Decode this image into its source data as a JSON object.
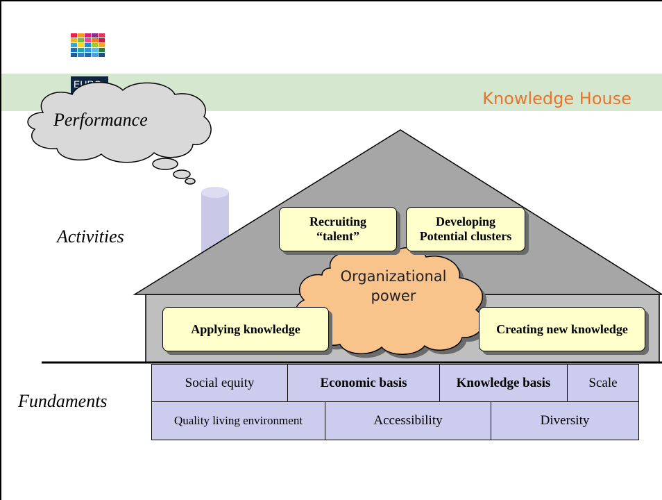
{
  "slide": {
    "title": "Knowledge House",
    "logo_text": "EURO"
  },
  "labels": {
    "performance": "Performance",
    "activities": "Activities",
    "fundaments": "Fundaments"
  },
  "activities": {
    "recruiting": [
      "Recruiting",
      "“talent”"
    ],
    "developing": [
      "Developing",
      "Potential clusters"
    ],
    "applying": "Applying knowledge",
    "creating": "Creating new knowledge",
    "org_power": [
      "Organizational",
      "power"
    ]
  },
  "fundaments": {
    "row1": [
      {
        "label": "Social equity",
        "bold": false
      },
      {
        "label": "Economic basis",
        "bold": true
      },
      {
        "label": "Knowledge basis",
        "bold": true
      },
      {
        "label": "Scale",
        "bold": false
      }
    ],
    "row2": [
      {
        "label": "Quality living environment",
        "bold": false
      },
      {
        "label": "Accessibility",
        "bold": false
      },
      {
        "label": "Diversity",
        "bold": false
      }
    ]
  },
  "colors": {
    "title": "#e8742a",
    "band": "#d6e7d0",
    "house": "#bfbfbf",
    "roof": "#a6a6a6",
    "box_fill": "#ffffcc",
    "cloud_orange": "#f9c38c",
    "cloud_grey": "#d9d9d9",
    "cell_fill": "#ccccee",
    "chimney": "#c9c8e6"
  },
  "icons": {
    "logo": "mosaic-logo-icon",
    "thought_cloud": "thought-cloud-icon",
    "org_cloud": "cloud-icon",
    "chimney": "chimney-icon"
  }
}
